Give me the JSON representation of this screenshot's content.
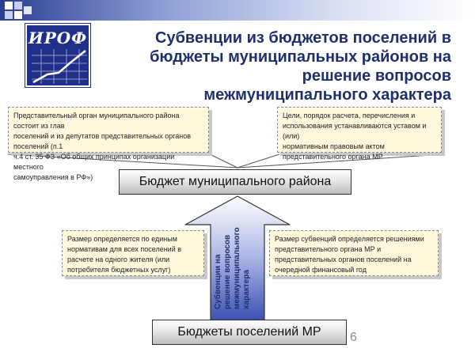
{
  "logo": {
    "text": "ИРОФ"
  },
  "title": "Субвенции из бюджетов поселений в\nбюджеты муниципальных районов на\nрешение вопросов\nмежмуниципального характера",
  "notes": {
    "top_left": "Представительный орган муниципального района состоит из глав\nпоселений и из депутатов представительных органов поселений (п.1\nч.4 ст. 35 ФЗ «Об общих принципах организации местного\nсамоуправления в РФ»)",
    "top_right": "Цели, порядок расчета, перечисления и\nиспользования устанавливаются уставом и (или)\nнормативным правовым актом\nпредставительного органа МР",
    "mid_left": "Размер определяется по единым\nнормативам для всех поселений в\nрасчете на одного жителя (или\nпотребителя бюджетных услуг)",
    "mid_right": "Размер субвенций определяется решениями\nпредставительного органа МР и\nпредставительных органов поселений на\nочередной финансовый год"
  },
  "boxes": {
    "district_budget": "Бюджет муниципального района",
    "settlement_budgets": "Бюджеты поселений МР"
  },
  "arrow_label": "Субвенции на\nрешение вопросов\nмежмуниципального\nхарактера",
  "slide_number": "6",
  "colors": {
    "title": "#1f2f6e",
    "logo_bg": "#1f2f8a",
    "note_bg": "#fff8dc",
    "arrow_top": "#ffffff",
    "arrow_bottom": "#3b4fb0"
  }
}
